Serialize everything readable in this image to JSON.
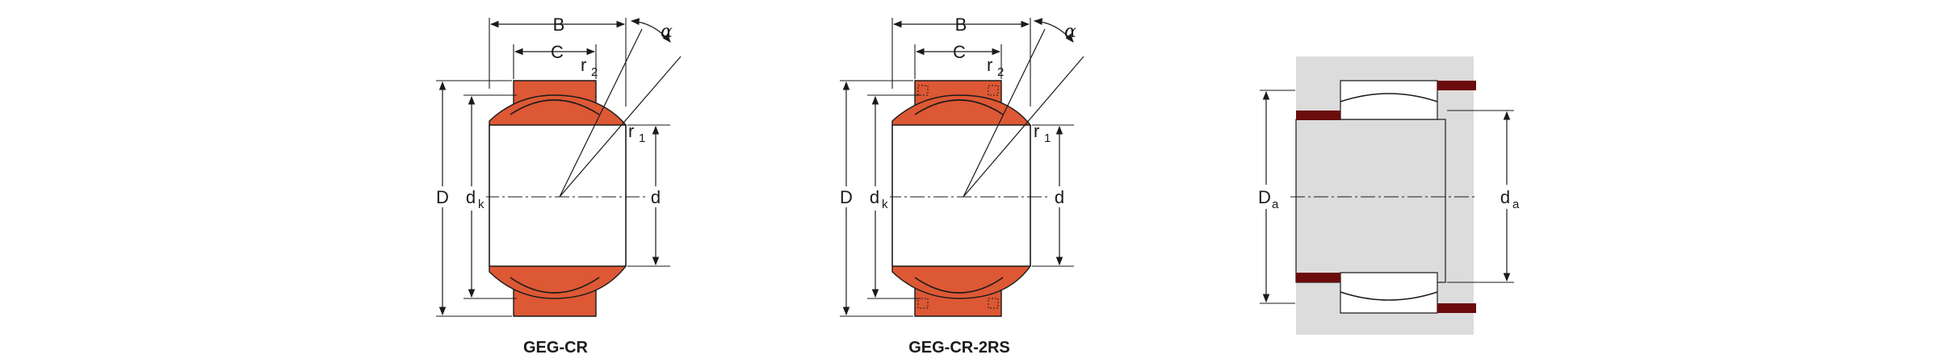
{
  "figures": [
    {
      "caption": "GEG-CR",
      "labels": {
        "B": "B",
        "C": "C",
        "r2": "r",
        "r2_sub": "2",
        "alpha": "α",
        "r1": "r",
        "r1_sub": "1",
        "D": "D",
        "dk": "d",
        "dk_sub": "k",
        "d": "d"
      }
    },
    {
      "caption": "GEG-CR-2RS",
      "labels": {
        "B": "B",
        "C": "C",
        "r2": "r",
        "r2_sub": "2",
        "alpha": "α",
        "r1": "r",
        "r1_sub": "1",
        "D": "D",
        "dk": "d",
        "dk_sub": "k",
        "d": "d"
      }
    },
    {
      "labels": {
        "Da": "D",
        "Da_sub": "a",
        "da": "d",
        "da_sub": "a"
      }
    }
  ],
  "colors": {
    "bearing_fill": "#dd5834",
    "housing_fill": "#dcdcdc",
    "shoulder_fill": "#6b0b0b",
    "line": "#1a1a1a"
  }
}
